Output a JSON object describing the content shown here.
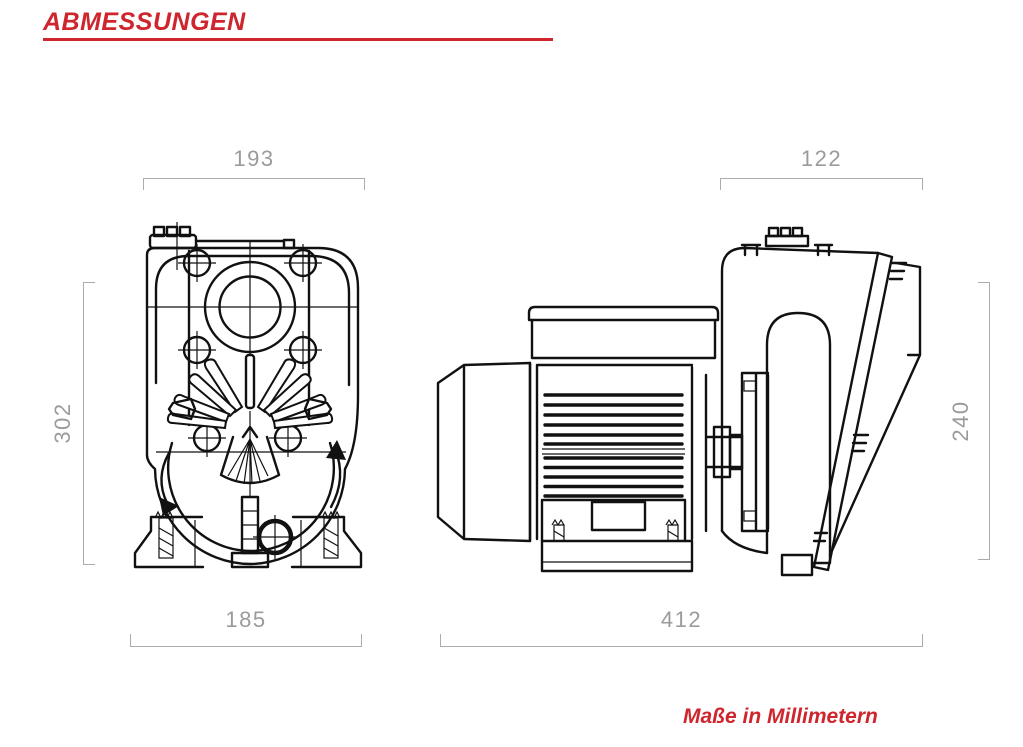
{
  "title": {
    "text": "ABMESSUNGEN"
  },
  "footer": {
    "text": "Maße in Millimetern"
  },
  "colors": {
    "accent_red": "#cf262e",
    "dimension_gray": "#9b9b9b",
    "line_black": "#111111",
    "background": "#ffffff"
  },
  "front_view": {
    "name": "pump-front-view",
    "dims": {
      "top_width": "193",
      "left_height": "302",
      "bottom_width": "185"
    }
  },
  "side_view": {
    "name": "pump-side-view",
    "dims": {
      "top_width": "122",
      "right_height": "240",
      "bottom_width": "412"
    }
  }
}
